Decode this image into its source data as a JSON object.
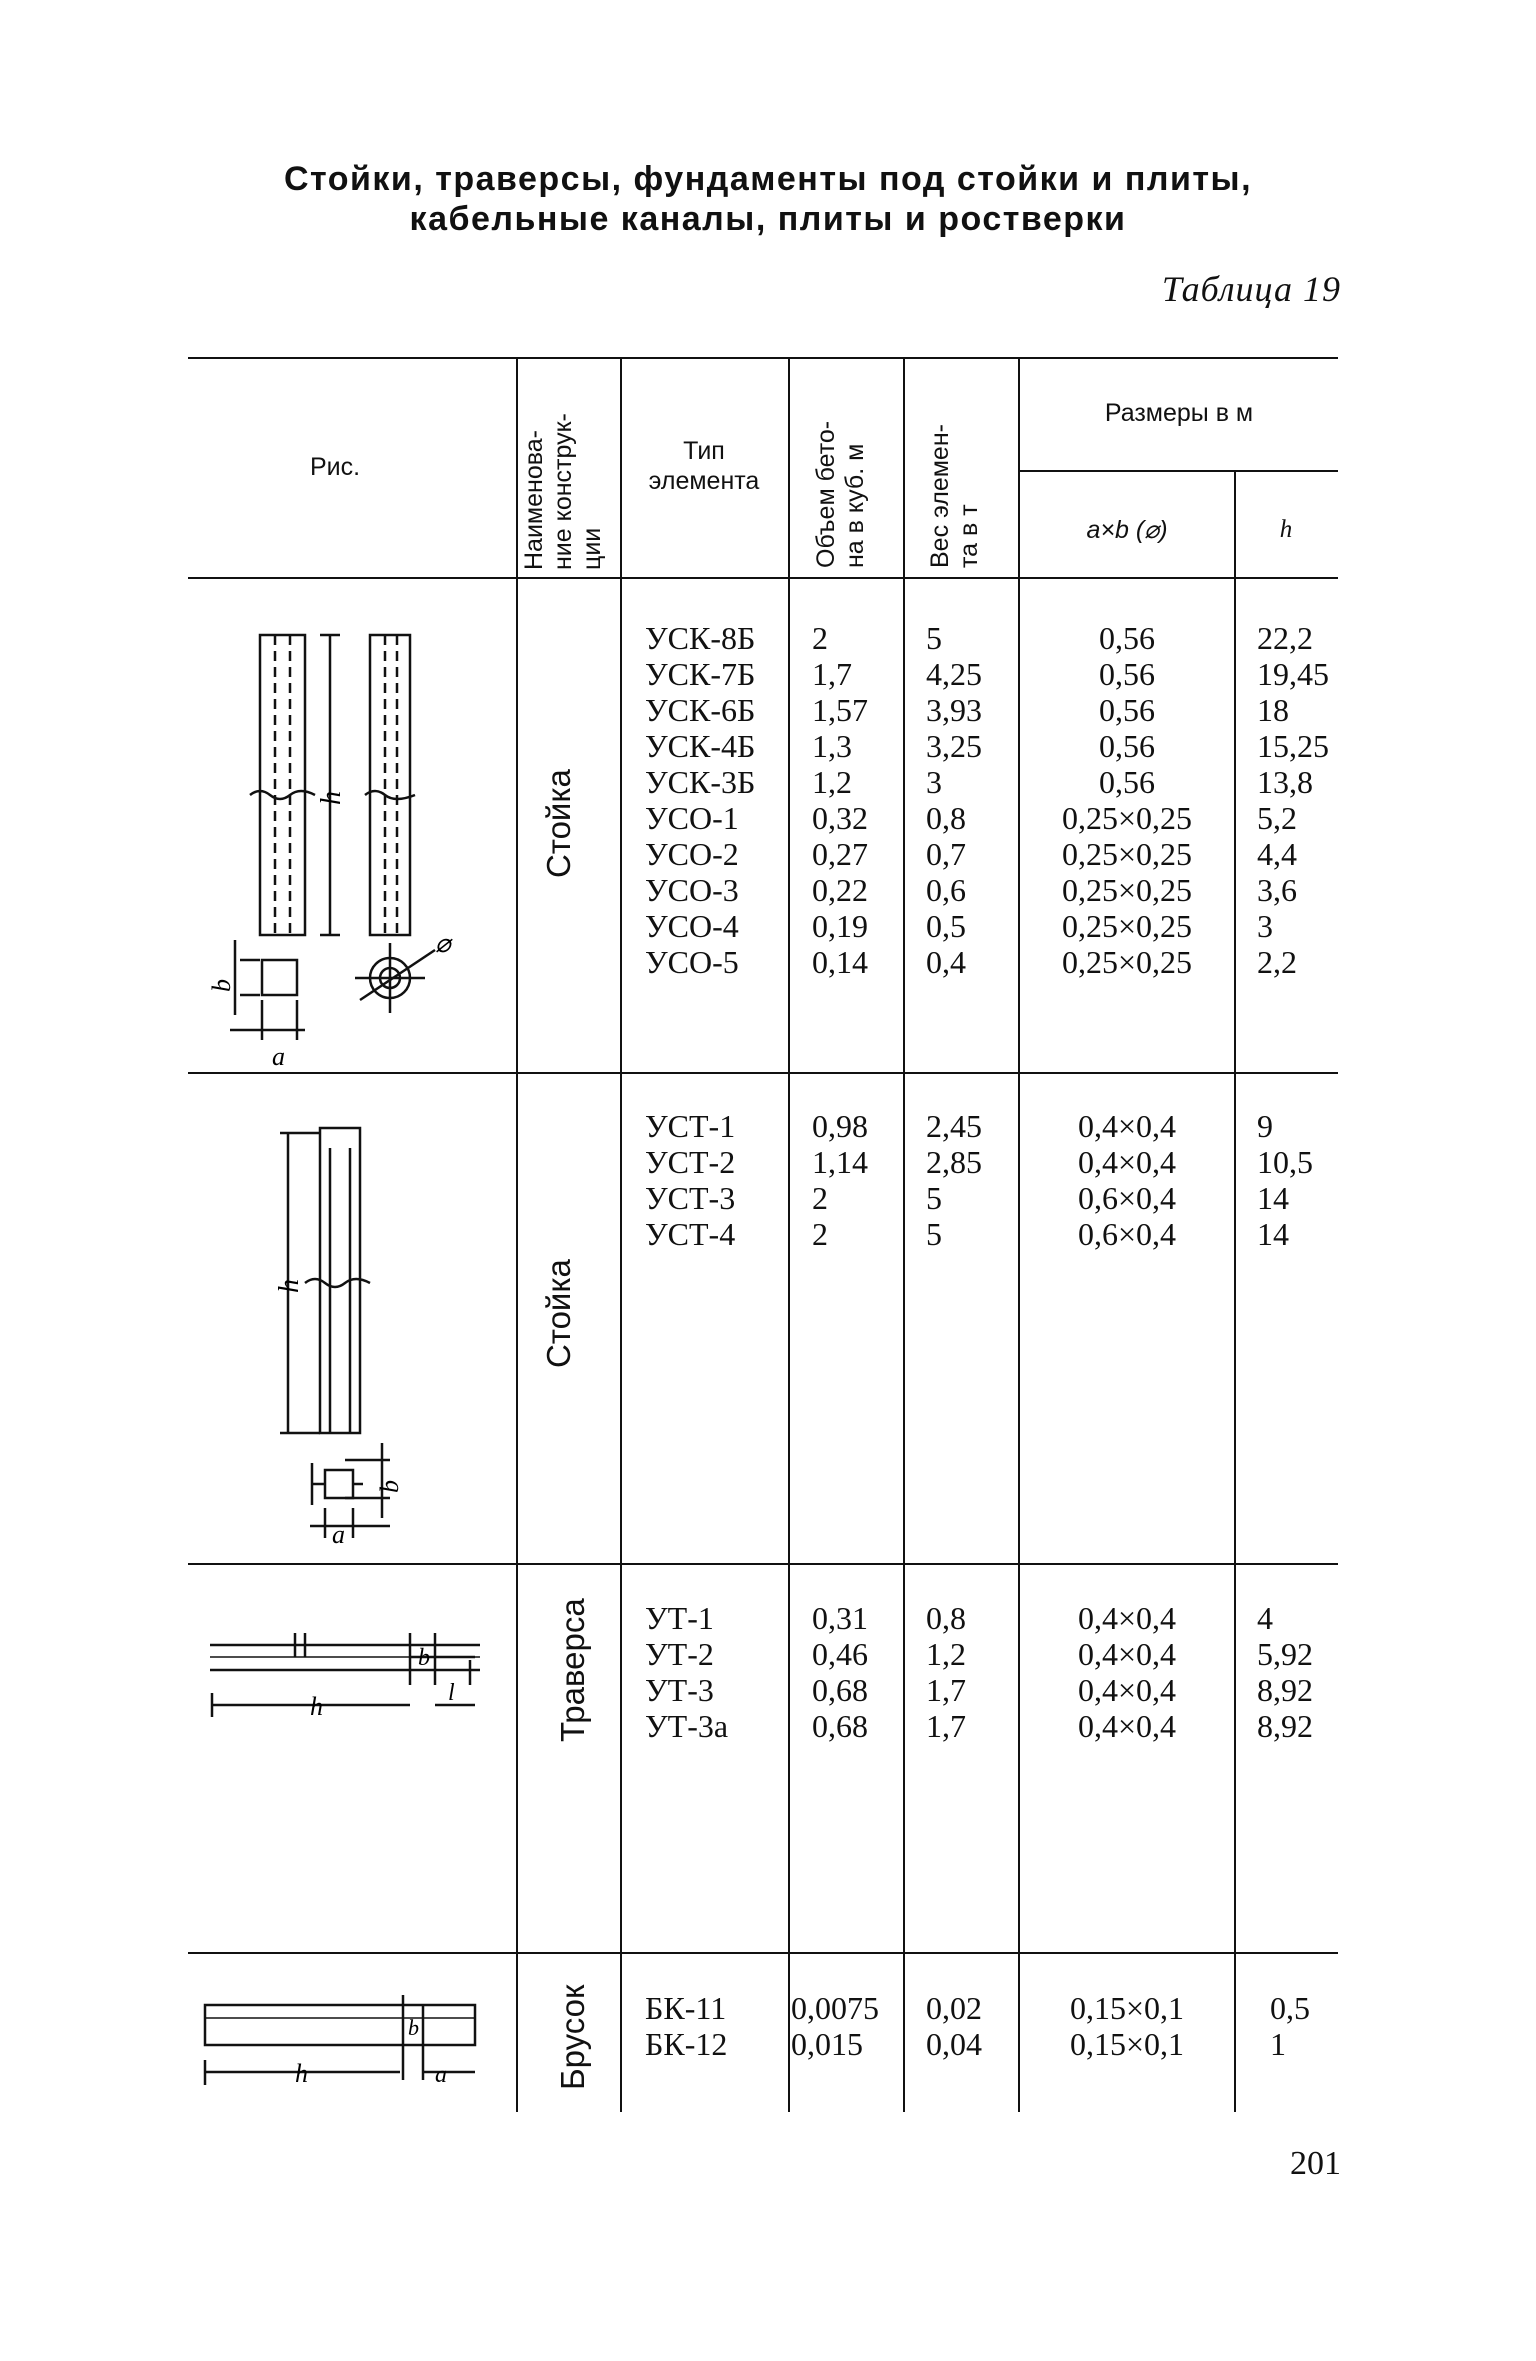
{
  "title": {
    "line1": "Стойки, траверсы, фундаменты под стойки и плиты,",
    "line2": "кабельные каналы, плиты и ростверки"
  },
  "caption": "Таблица 19",
  "header": {
    "fig": "Рис.",
    "name": "Наименова-\nние конструк-\nции",
    "type": "Тип\nэлемента",
    "volume": "Объем бето-\nна в куб. м",
    "weight": "Вес элемен-\nта в т",
    "sizes": "Размеры в м",
    "axb": "a×b (⌀)",
    "h": "h"
  },
  "sections": [
    {
      "name": "Стойка",
      "type": "УСК-8Б\nУСК-7Б\nУСК-6Б\nУСК-4Б\nУСК-3Б\nУСО-1\nУСО-2\nУСО-3\nУСО-4\nУСО-5",
      "volume": "2\n1,7\n1,57\n1,3\n1,2\n0,32\n0,27\n0,22\n0,19\n0,14",
      "weight": "5\n4,25\n3,93\n3,25\n3\n0,8\n0,7\n0,6\n0,5\n0,4",
      "axb": "0,56\n0,56\n0,56\n0,56\n0,56\n0,25×0,25\n0,25×0,25\n0,25×0,25\n0,25×0,25\n0,25×0,25",
      "h": "22,2\n19,45\n18\n15,25\n13,8\n5,2\n4,4\n3,6\n3\n2,2"
    },
    {
      "name": "Стойка",
      "type": "УСТ-1\nУСТ-2\nУСТ-3\nУСТ-4",
      "volume": "0,98\n1,14\n2\n2",
      "weight": "2,45\n2,85\n5\n5",
      "axb": "0,4×0,4\n0,4×0,4\n0,6×0,4\n0,6×0,4",
      "h": "9\n10,5\n14\n14"
    },
    {
      "name": "Траверса",
      "type": "УТ-1\nУТ-2\nУТ-3\nУТ-3а",
      "volume": "0,31\n0,46\n0,68\n0,68",
      "weight": "0,8\n1,2\n1,7\n1,7",
      "axb": "0,4×0,4\n0,4×0,4\n0,4×0,4\n0,4×0,4",
      "h": "4\n5,92\n8,92\n8,92"
    },
    {
      "name": "Брусок",
      "type": "БК-11\nБК-12",
      "volume": "0,0075\n0,015",
      "weight": "0,02\n0,04",
      "axb": "0,15×0,1\n0,15×0,1",
      "h": "0,5\n1"
    }
  ],
  "figure_labels": {
    "h": "h",
    "a": "a",
    "b": "b",
    "l": "l",
    "diam": "⌀"
  },
  "page_number": "201"
}
